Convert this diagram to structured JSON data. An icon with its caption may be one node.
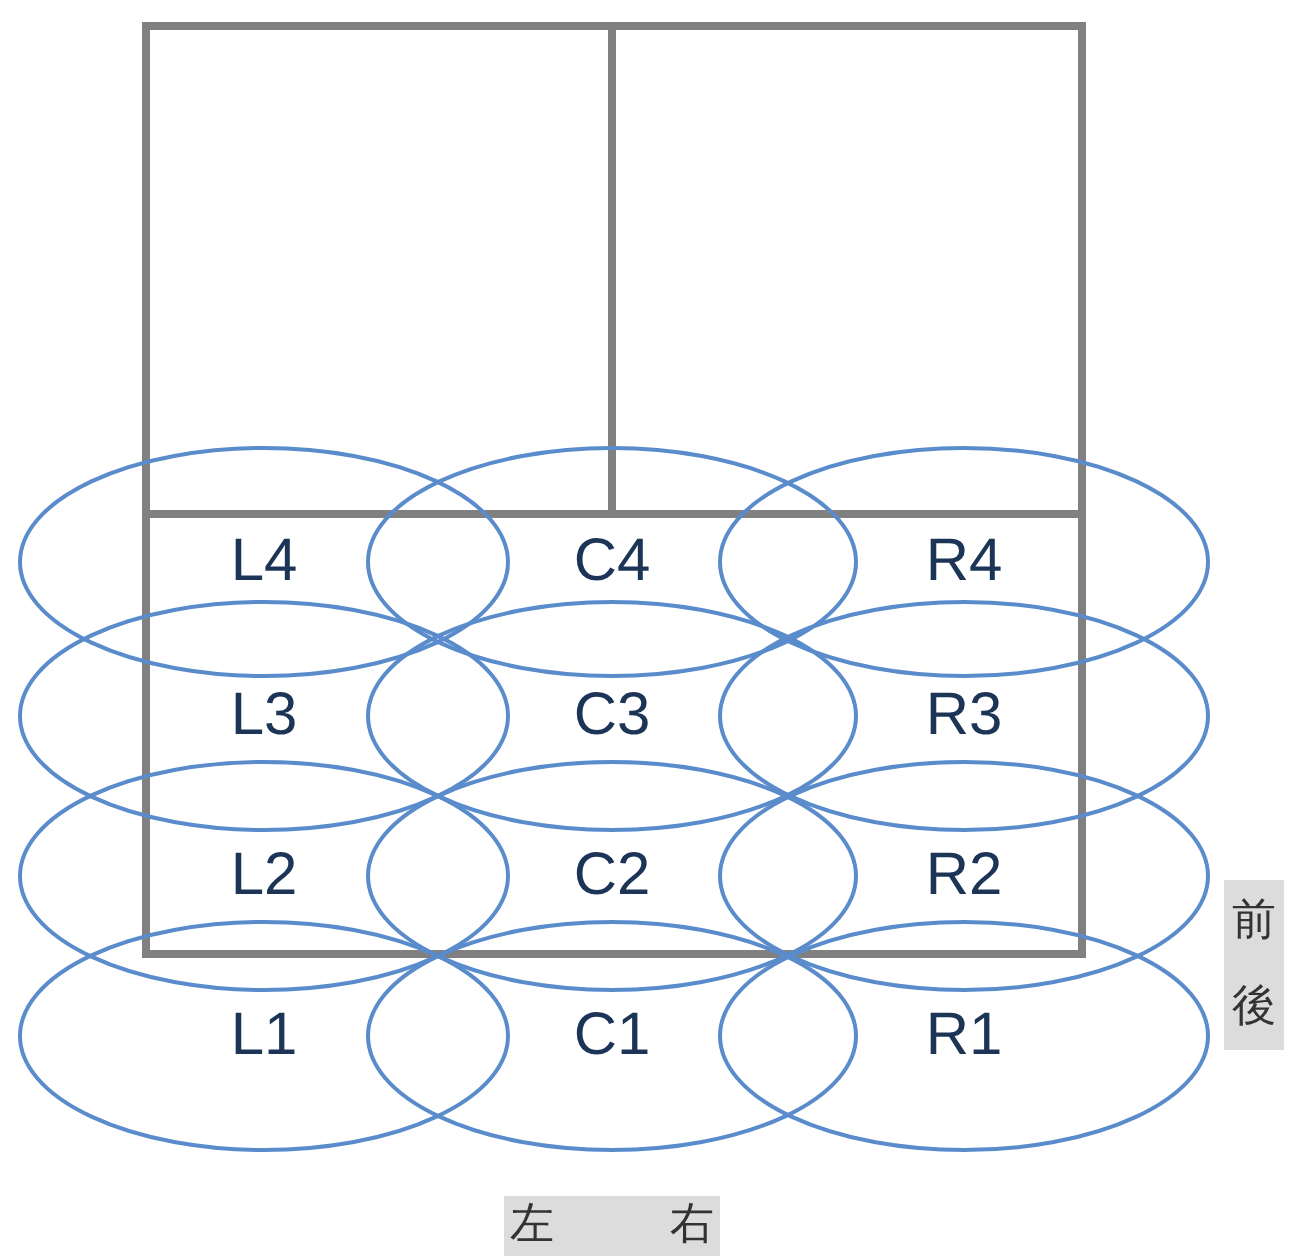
{
  "diagram": {
    "nodes": [
      {
        "text": [
          "L4"
        ]
      },
      {
        "text": [
          "C4"
        ]
      },
      {
        "text": [
          "R4"
        ]
      },
      {
        "text": [
          "L3"
        ]
      },
      {
        "text": [
          "C3"
        ]
      },
      {
        "text": [
          "R3"
        ]
      },
      {
        "text": [
          "L2"
        ]
      },
      {
        "text": [
          "C2"
        ]
      },
      {
        "text": [
          "R2"
        ]
      },
      {
        "text": [
          "L1"
        ]
      },
      {
        "text": [
          "C1"
        ]
      },
      {
        "text": [
          "R1"
        ]
      }
    ],
    "labels": [
      "前",
      "後",
      "左",
      "右"
    ]
  }
}
